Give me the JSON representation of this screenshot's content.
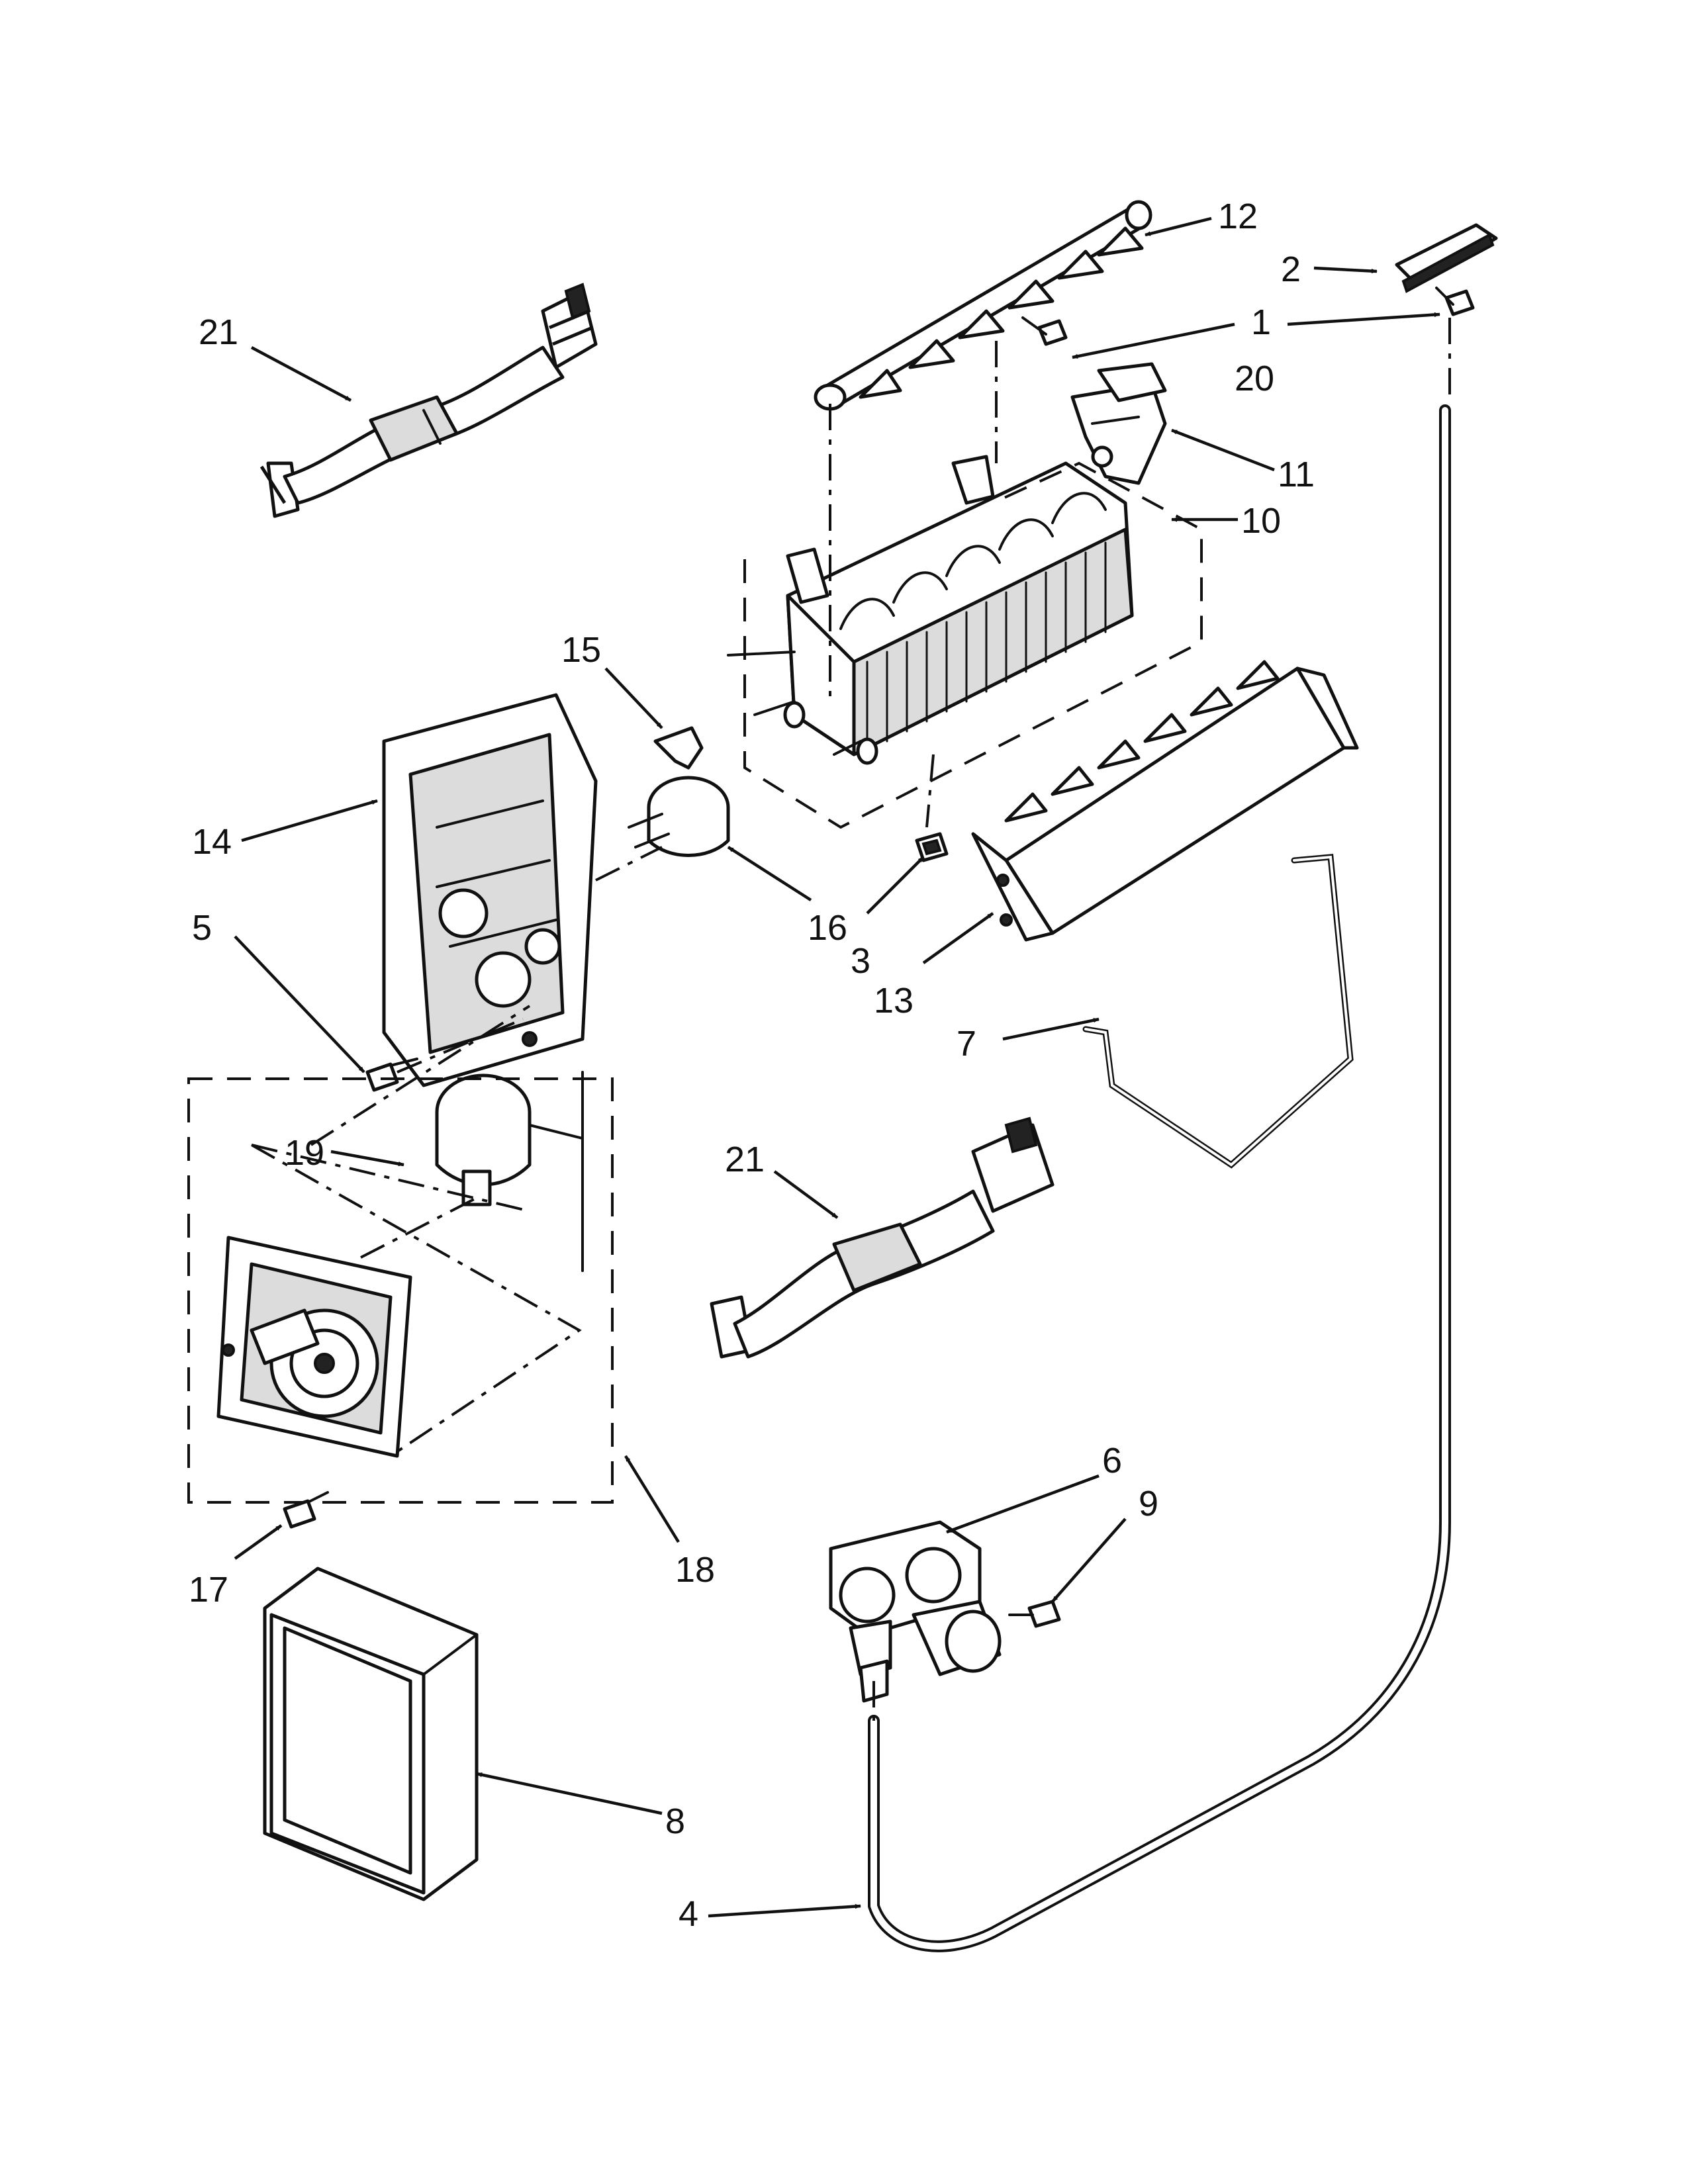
{
  "callouts": {
    "c1": "1",
    "c2": "2",
    "c3": "3",
    "c4": "4",
    "c5": "5",
    "c6": "6",
    "c7": "7",
    "c8": "8",
    "c9": "9",
    "c10": "10",
    "c11": "11",
    "c12": "12",
    "c13": "13",
    "c14": "14",
    "c15": "15",
    "c16": "16",
    "c17": "17",
    "c18": "18",
    "c19": "19",
    "c20": "20",
    "c21a": "21",
    "c21b": "21"
  }
}
